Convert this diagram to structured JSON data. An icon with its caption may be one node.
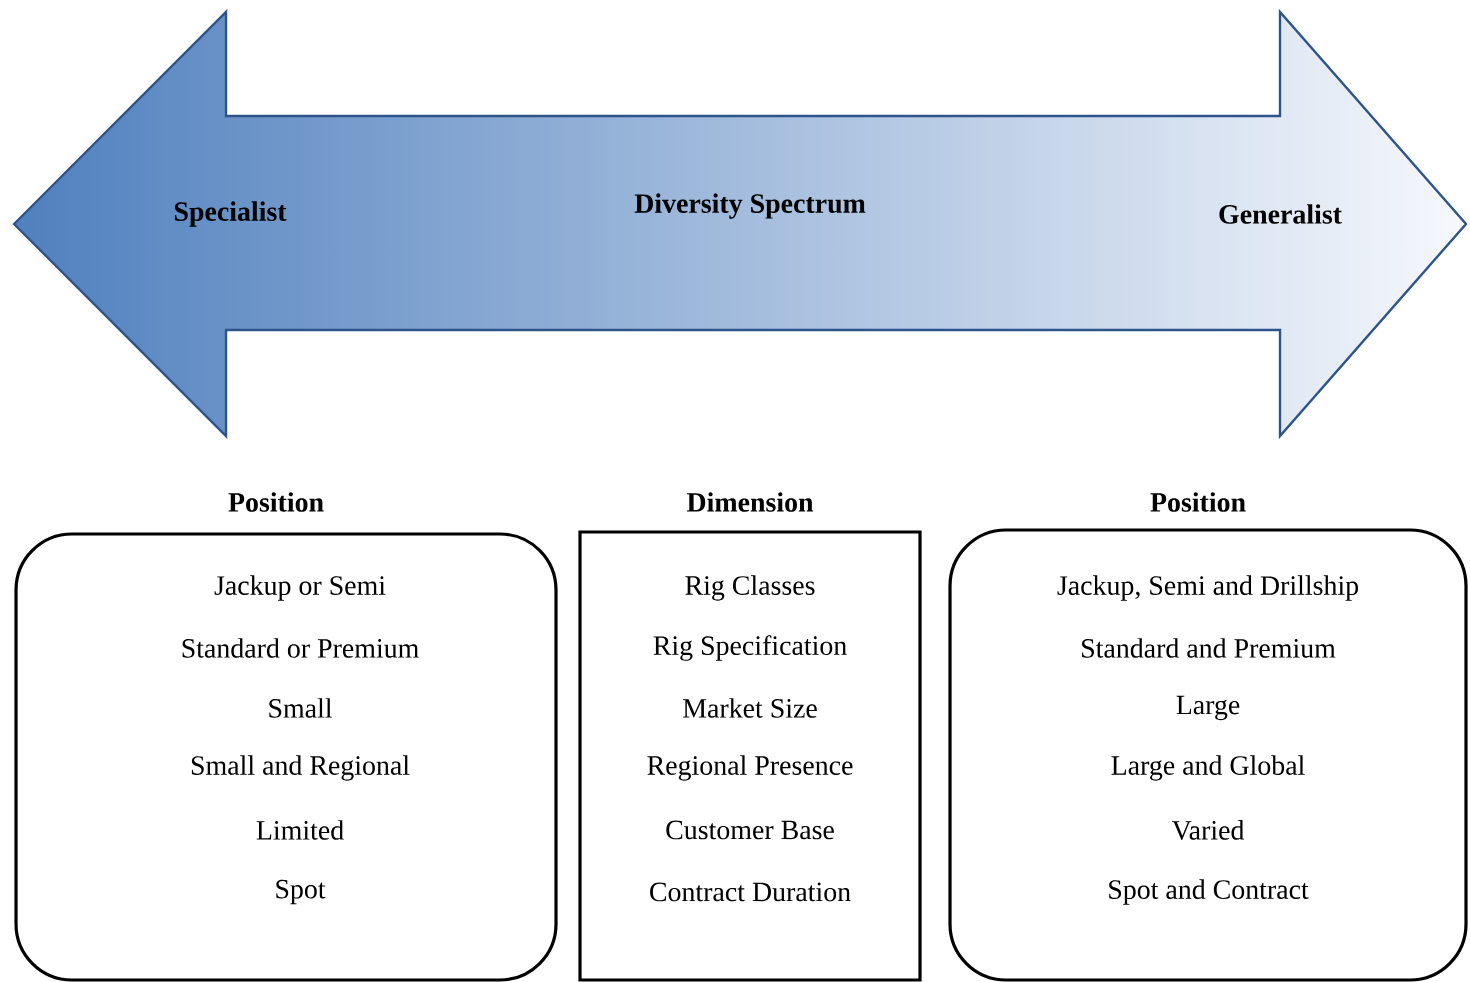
{
  "diagram": {
    "nodes": [
      {
        "text": [
          "Specialist",
          "Diversity Spectrum",
          "Generalist"
        ]
      },
      {
        "text": [
          "Position",
          "Jackup or Semi",
          "Standard or Premium",
          "Small",
          "Small and Regional",
          "Limited",
          "Spot"
        ]
      },
      {
        "text": [
          "Dimension",
          "Rig Classes",
          "Rig Specification",
          "Market Size",
          "Regional Presence",
          "Customer Base",
          "Contract Duration"
        ]
      },
      {
        "text": [
          "Position",
          "Jackup, Semi and Drillship",
          "Standard and Premium",
          "Large",
          "Large and Global",
          "Varied",
          "Spot and Contract"
        ]
      }
    ]
  }
}
